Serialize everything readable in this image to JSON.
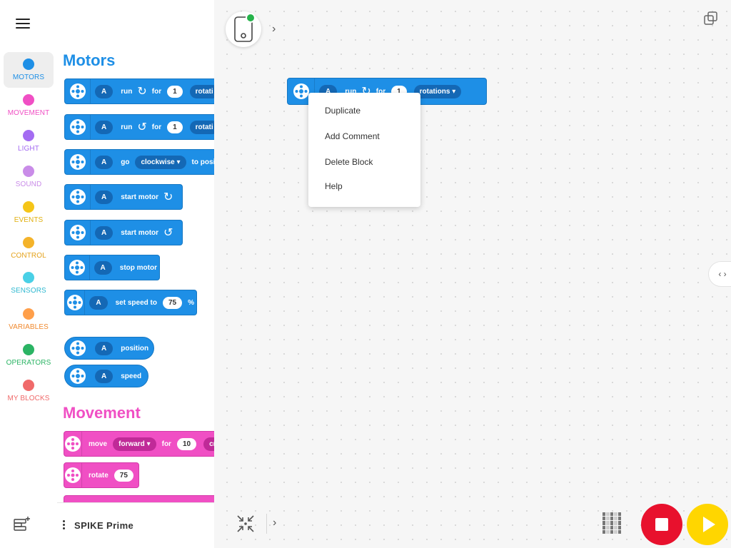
{
  "colors": {
    "motors": "#1e8fe6",
    "movement": "#f04fc4",
    "light": "#a46cf2",
    "sound": "#c98ce8",
    "events": "#f5c518",
    "control": "#f4b32a",
    "sensors": "#4ad0e6",
    "variables": "#ff9f4a",
    "operators": "#2bb464",
    "myblocks": "#f06a6a",
    "stop": "#e8112d",
    "play": "#ffd600"
  },
  "rail": {
    "categories": [
      {
        "label": "MOTORS",
        "color": "#1e8fe6"
      },
      {
        "label": "MOVEMENT",
        "color": "#f04fc4"
      },
      {
        "label": "LIGHT",
        "color": "#a46cf2"
      },
      {
        "label": "SOUND",
        "color": "#c98ce8"
      },
      {
        "label": "EVENTS",
        "color": "#f5c518"
      },
      {
        "label": "CONTROL",
        "color": "#f4b32a"
      },
      {
        "label": "SENSORS",
        "color": "#4ad0e6"
      },
      {
        "label": "VARIABLES",
        "color": "#ff9f4a"
      },
      {
        "label": "OPERATORS",
        "color": "#2bb464"
      },
      {
        "label": "MY BLOCKS",
        "color": "#f06a6a"
      }
    ]
  },
  "palette": {
    "motors_title": "Motors",
    "movement_title": "Movement",
    "port": "A",
    "b1": {
      "run": "run",
      "for": "for",
      "num": "1",
      "unit": "rotati"
    },
    "b2": {
      "run": "run",
      "for": "for",
      "num": "1",
      "unit": "rotati"
    },
    "b3": {
      "go": "go",
      "dir": "clockwise",
      "to": "to posit"
    },
    "b4": {
      "label": "start motor"
    },
    "b5": {
      "label": "start motor"
    },
    "b6": {
      "label": "stop motor"
    },
    "b7": {
      "label": "set speed to",
      "num": "75",
      "unit": "%"
    },
    "r1": {
      "label": "position"
    },
    "r2": {
      "label": "speed"
    },
    "m1": {
      "move": "move",
      "dir": "forward",
      "for": "for",
      "num": "10",
      "unit": "cm"
    },
    "m2": {
      "rotate": "rotate",
      "num": "75",
      "unit": "°"
    }
  },
  "palbar": {
    "hub_name": "SPIKE Prime"
  },
  "workspace_block": {
    "port": "A",
    "run": "run",
    "for": "for",
    "num": "1",
    "unit": "rotations"
  },
  "context_menu": {
    "items": [
      "Duplicate",
      "Add Comment",
      "Delete Block",
      "Help"
    ]
  },
  "icons": {
    "menu": "hamburger-icon",
    "hub": "hub-device-icon",
    "copy": "copy-icon",
    "code_toggle": "code-icon",
    "fit": "fit-screen-icon",
    "extensions": "extensions-icon",
    "light_matrix": "light-matrix-icon"
  },
  "side_toggle_label": "‹ ›"
}
